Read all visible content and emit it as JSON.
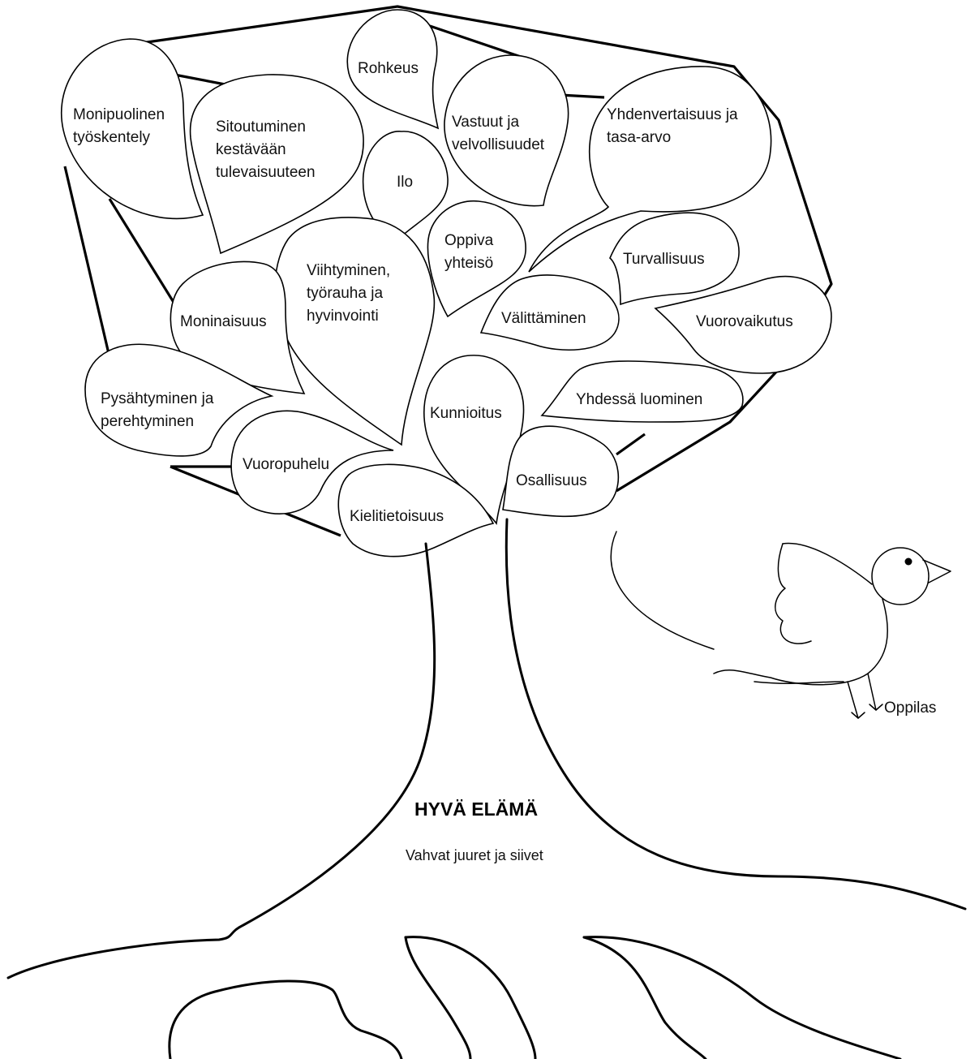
{
  "title": "HYVÄ ELÄMÄ",
  "subtitle": "Vahvat juuret ja siivet",
  "bird_label": "Oppilas",
  "leaves": [
    {
      "key": "monipuolinen",
      "lines": [
        "Monipuolinen",
        "työskentely"
      ]
    },
    {
      "key": "sitoutuminen",
      "lines": [
        "Sitoutuminen",
        "kestävään",
        "tulevaisuuteen"
      ]
    },
    {
      "key": "rohkeus",
      "lines": [
        "Rohkeus"
      ]
    },
    {
      "key": "vastuut",
      "lines": [
        "Vastuut ja",
        "velvollisuudet"
      ]
    },
    {
      "key": "yhdenvertaisuus",
      "lines": [
        "Yhdenvertaisuus ja",
        "tasa-arvo"
      ]
    },
    {
      "key": "ilo",
      "lines": [
        "Ilo"
      ]
    },
    {
      "key": "oppiva",
      "lines": [
        "Oppiva",
        "yhteisö"
      ]
    },
    {
      "key": "viihtyminen",
      "lines": [
        "Viihtyminen,",
        "työrauha ja",
        "hyvinvointi"
      ]
    },
    {
      "key": "moninaisuus",
      "lines": [
        "Moninaisuus"
      ]
    },
    {
      "key": "turvallisuus",
      "lines": [
        "Turvallisuus"
      ]
    },
    {
      "key": "valittaminen",
      "lines": [
        "Välittäminen"
      ]
    },
    {
      "key": "vuorovaikutus",
      "lines": [
        "Vuorovaikutus"
      ]
    },
    {
      "key": "pysahtyminen",
      "lines": [
        "Pysähtyminen ja",
        "perehtyminen"
      ]
    },
    {
      "key": "kunnioitus",
      "lines": [
        "Kunnioitus"
      ]
    },
    {
      "key": "yhdessa",
      "lines": [
        "Yhdessä luominen"
      ]
    },
    {
      "key": "vuoropuhelu",
      "lines": [
        "Vuoropuhelu"
      ]
    },
    {
      "key": "osallisuus",
      "lines": [
        "Osallisuus"
      ]
    },
    {
      "key": "kielitietoisuus",
      "lines": [
        "Kielitietoisuus"
      ]
    }
  ]
}
